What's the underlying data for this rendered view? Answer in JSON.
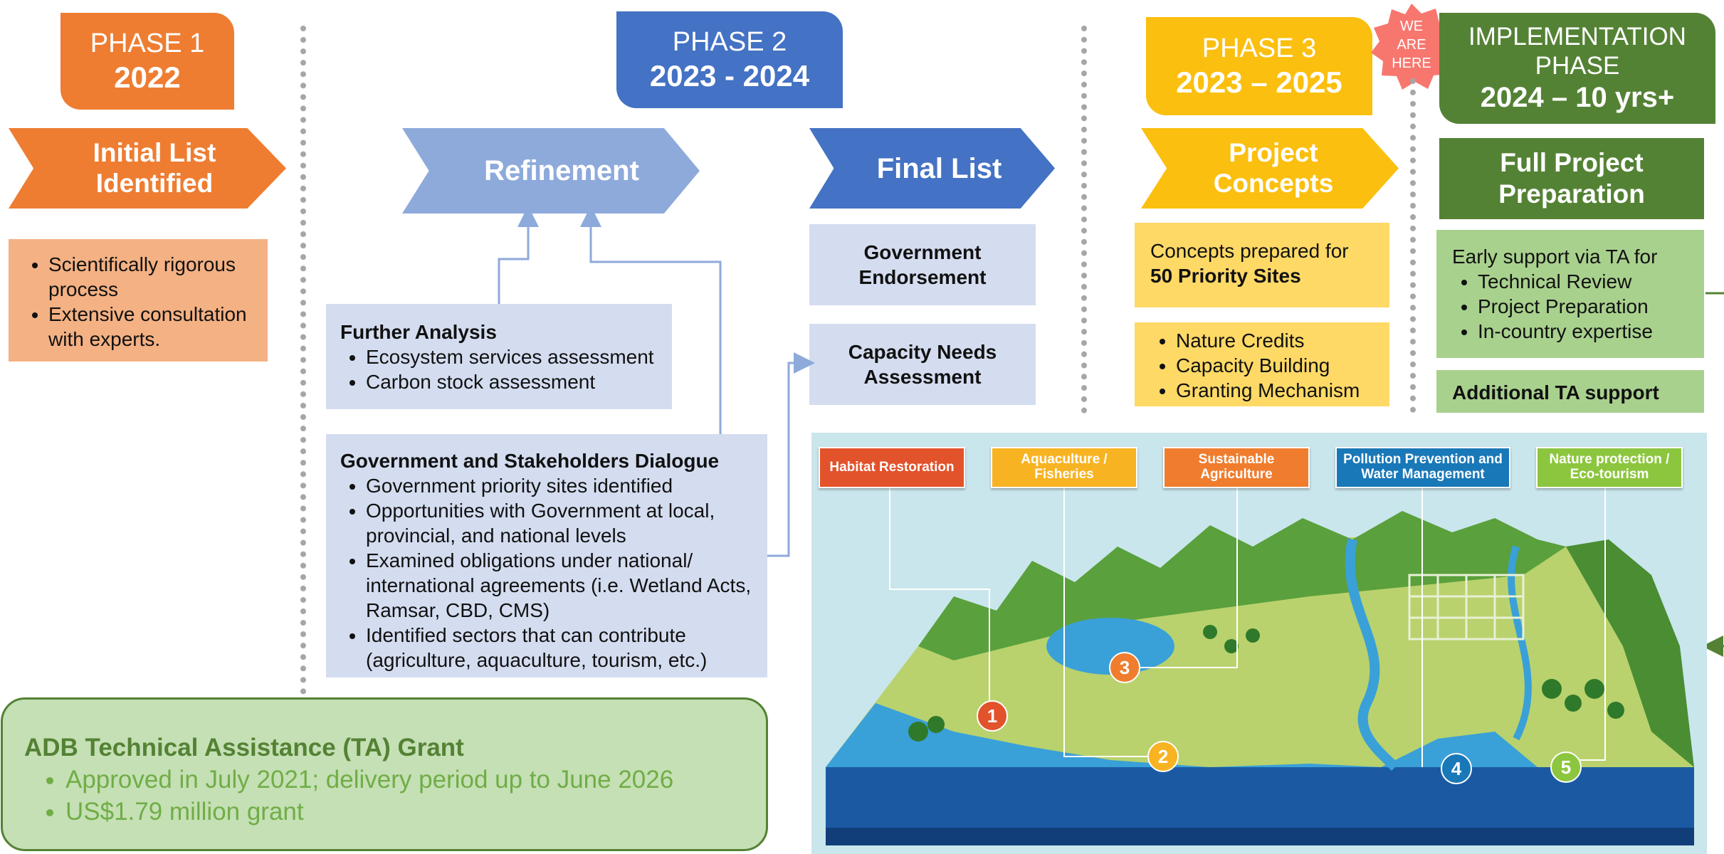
{
  "phase1": {
    "label": "PHASE 1",
    "year": "2022",
    "chevron": "Initial List Identified",
    "bullets": [
      "Scientifically rigorous process",
      "Extensive consultation with experts."
    ]
  },
  "phase2": {
    "label": "PHASE 2",
    "year": "2023 - 2024",
    "chevron_refinement": "Refinement",
    "chevron_final": "Final List",
    "further_analysis": {
      "title": "Further Analysis",
      "bullets": [
        "Ecosystem services assessment",
        "Carbon stock assessment"
      ]
    },
    "dialogue": {
      "title": "Government and Stakeholders Dialogue",
      "bullets": [
        "Government priority sites identified",
        "Opportunities with Government at local, provincial, and national levels",
        "Examined obligations under national/ international agreements (i.e. Wetland Acts, Ramsar, CBD, CMS)",
        "Identified sectors that can contribute (agriculture, aquaculture, tourism, etc.)"
      ]
    },
    "endorsement": "Government Endorsement",
    "capacity": "Capacity Needs Assessment"
  },
  "phase3": {
    "label": "PHASE 3",
    "year": "2023 – 2025",
    "chevron": "Project Concepts",
    "badge": "WE ARE HERE",
    "concepts_text": "Concepts prepared for",
    "concepts_bold": "50 Priority Sites",
    "bullets": [
      "Nature Credits",
      "Capacity Building",
      "Granting Mechanism"
    ]
  },
  "implementation": {
    "label": "IMPLEMENTATION PHASE",
    "year": "2024 – 10 yrs+",
    "header": "Full Project Preparation",
    "support_intro": "Early support via TA for",
    "bullets": [
      "Technical Review",
      "Project Preparation",
      "In-country expertise"
    ],
    "additional": "Additional TA support"
  },
  "grant": {
    "title": "ADB Technical Assistance (TA) Grant",
    "bullets": [
      "Approved in July 2021; delivery period up to June 2026",
      "US$1.79 million grant"
    ]
  },
  "landscape": {
    "tags": [
      {
        "label": "Habitat Restoration",
        "color": "#e2522b"
      },
      {
        "label": "Aquaculture / Fisheries",
        "color": "#f8b323"
      },
      {
        "label": "Sustainable Agriculture",
        "color": "#f07d2e"
      },
      {
        "label": "Pollution Prevention and Water Management",
        "color": "#1978b8"
      },
      {
        "label": "Nature protection / Eco-tourism",
        "color": "#8cc63e"
      }
    ],
    "markers": [
      "1",
      "2",
      "3",
      "4",
      "5"
    ]
  },
  "colors": {
    "phase1": "#ee7d31",
    "phase2": "#4472c4",
    "phase3": "#fbbf0f",
    "implementation": "#548235",
    "light_blue": "#d4ddf0",
    "light_green": "#a9d18e",
    "grant_green": "#c5e0b4"
  }
}
